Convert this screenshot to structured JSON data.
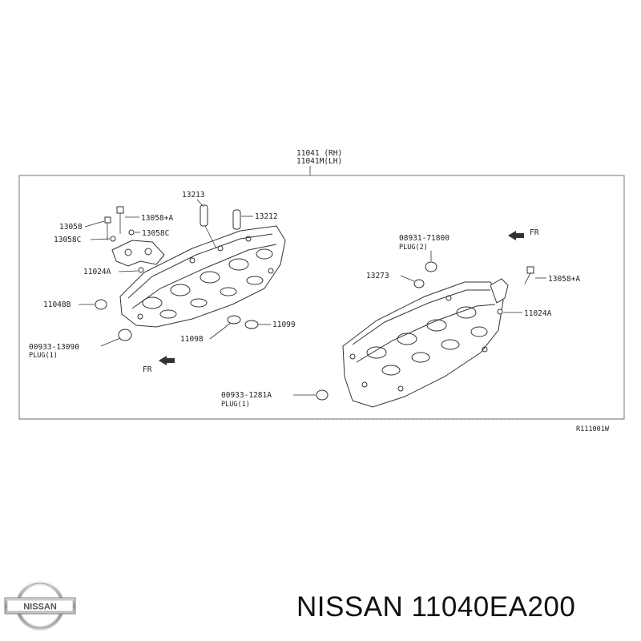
{
  "diagram": {
    "ref_code": "R111001W",
    "main_part": {
      "line1": "11041 (RH)",
      "line2": "11041M(LH)"
    },
    "labels": {
      "p13213": "13213",
      "p13212": "13212",
      "p13058": "13058",
      "p13058A_left": "13058+A",
      "p13058C_right": "13058C",
      "p13058C_left": "13058C",
      "p11024A_left": "11024A",
      "p11048B": "11048B",
      "p00933_13090": "00933-13090",
      "plug1_left": "PLUG(1)",
      "p11098": "11098",
      "p11099": "11099",
      "fr_left": "FR",
      "p08931": "08931-71800",
      "plug2": "PLUG(2)",
      "fr_right": "FR",
      "p13273": "13273",
      "p13058A_right": "13058+A",
      "p11024A_right": "11024A",
      "p00933_1281A": "00933-1281A",
      "plug1_right": "PLUG(1)"
    }
  },
  "footer": {
    "brand_logo": "NISSAN",
    "title": "NISSAN 11040EA200"
  },
  "icons": {
    "logo": "nissan-logo-icon",
    "arrow": "fr-arrow-icon"
  }
}
